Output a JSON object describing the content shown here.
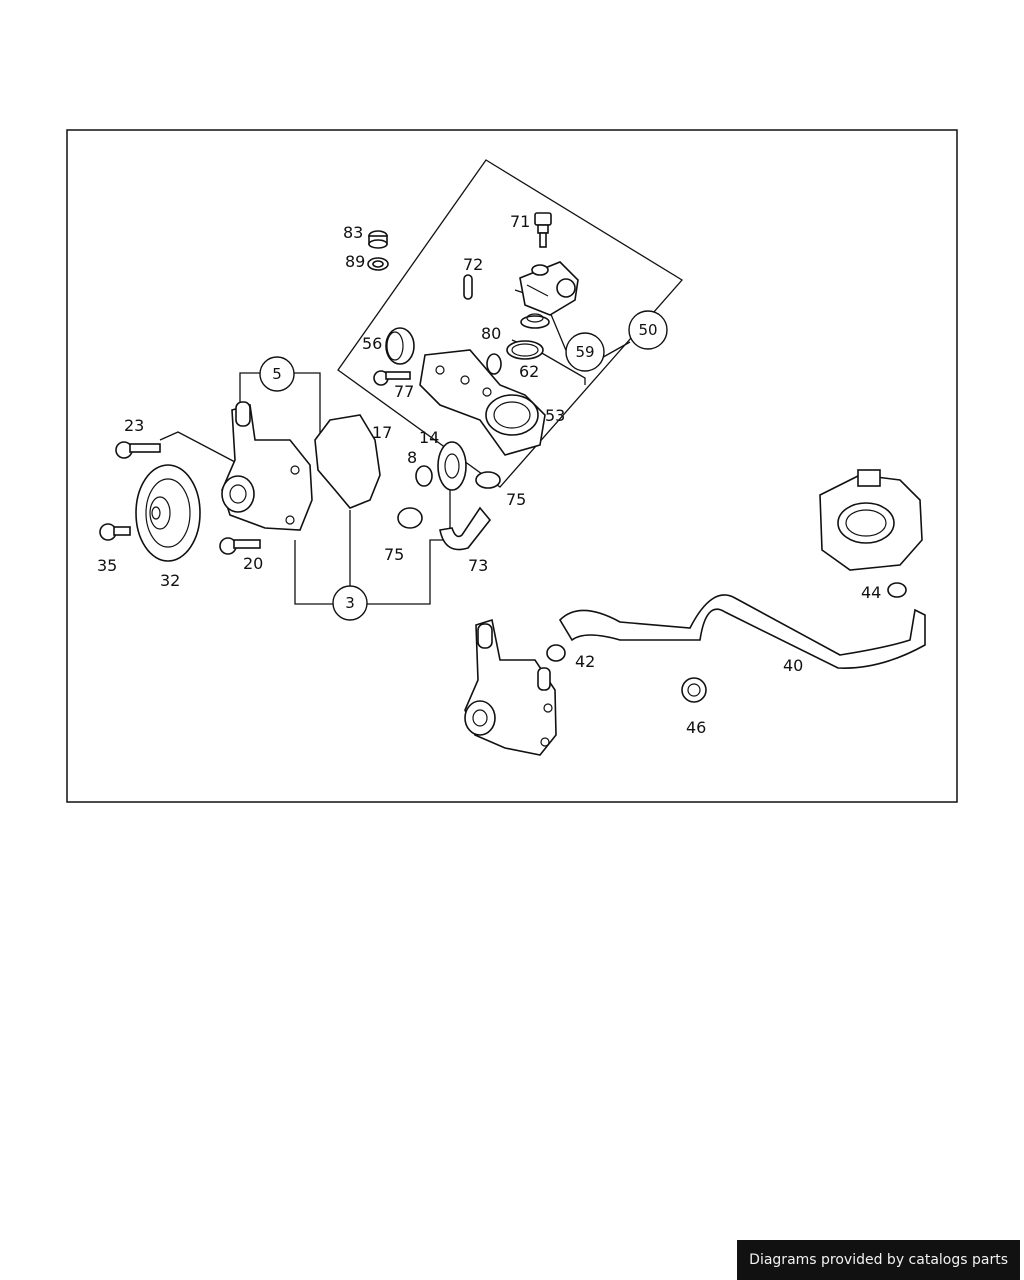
{
  "diagram": {
    "part_labels": {
      "p83": "83",
      "p89": "89",
      "p71": "71",
      "p72": "72",
      "p80": "80",
      "p56": "56",
      "p77": "77",
      "p62": "62",
      "p53": "53",
      "p23": "23",
      "p17": "17",
      "p14": "14",
      "p8": "8",
      "p75a": "75",
      "p75b": "75",
      "p73": "73",
      "p35": "35",
      "p32": "32",
      "p20": "20",
      "p44": "44",
      "p42": "42",
      "p40": "40",
      "p46": "46"
    },
    "callouts": {
      "c5": "5",
      "c3": "3",
      "c59": "59",
      "c50": "50"
    }
  },
  "footer": {
    "credit": "Diagrams provided by catalogs parts"
  },
  "colors": {
    "ink": "#111111",
    "credit_bg": "#111111",
    "credit_text": "#f2f2f2",
    "page": "#ffffff"
  }
}
